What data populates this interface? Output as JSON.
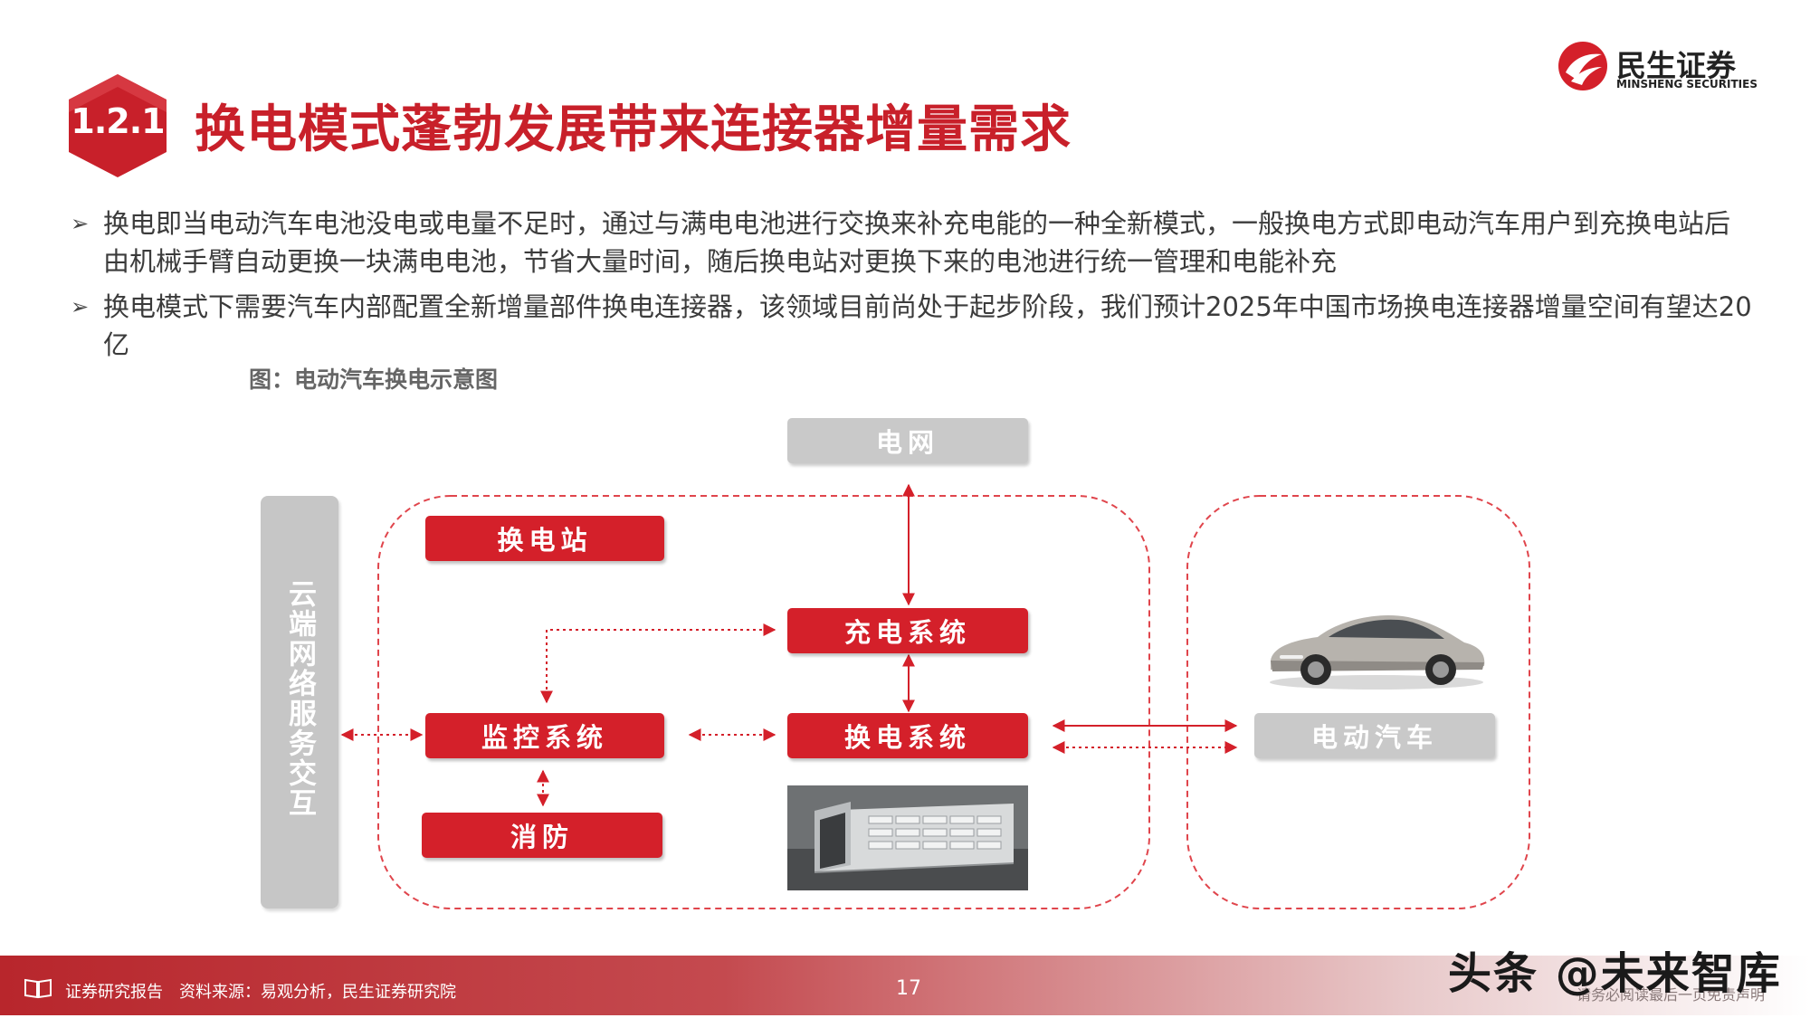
{
  "header": {
    "section_number": "1.2.1",
    "title": "换电模式蓬勃发展带来连接器增量需求"
  },
  "logo": {
    "name_cn": "民生证券",
    "name_en": "MINSHENG SECURITIES"
  },
  "bullets": [
    "换电即当电动汽车电池没电或电量不足时，通过与满电电池进行交换来补充电能的一种全新模式，一般换电方式即电动汽车用户到充换电站后由机械手臂自动更换一块满电电池，节省大量时间，随后换电站对更换下来的电池进行统一管理和电能补充",
    "换电模式下需要汽车内部配置全新增量部件换电连接器，该领域目前尚处于起步阶段，我们预计2025年中国市场换电连接器增量空间有望达20亿"
  ],
  "bullet_marker": "➢",
  "figure_caption": "图：电动汽车换电示意图",
  "diagram": {
    "grid": "电网",
    "station": "换电站",
    "charging_system": "充电系统",
    "swap_system": "换电系统",
    "monitoring_system": "监控系统",
    "fire_protection": "消防",
    "cloud_service": "云端网络服务交互",
    "ev": "电动汽车"
  },
  "footer": {
    "doc_type": "证券研究报告",
    "source": "资料来源：易观分析，民生证券研究院",
    "page_number": "17",
    "disclaimer": "请务必阅读最后一页免责声明"
  },
  "watermark": "头条 @未来智库",
  "colors": {
    "brand_red": "#c8202a",
    "box_red": "#d4202a",
    "box_grey": "#c9c9c9"
  }
}
